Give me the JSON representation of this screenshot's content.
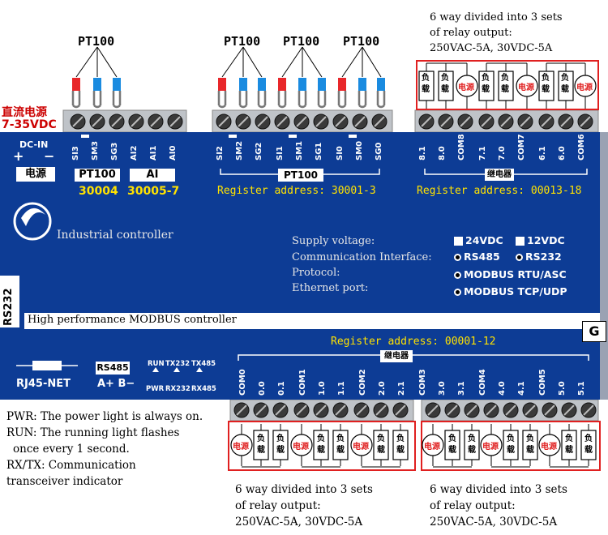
{
  "top": {
    "pt100_labels": [
      "PT100",
      "PT100",
      "PT100",
      "PT100"
    ],
    "power_label_cn": "直流电源",
    "power_voltage": "7-35VDC",
    "relay_note_lines": [
      "6 way divided into 3 sets",
      "of relay output:",
      "250VAC-5A, 30VDC-5A"
    ],
    "load_cn": "负载",
    "power_cn": "电源"
  },
  "panel": {
    "dc_in": "DC-IN",
    "plus": "+",
    "minus": "−",
    "power_box_cn": "电源",
    "pt100_box": "PT100",
    "ai_box": "AI",
    "reg_30004": "30004",
    "reg_30005": "30005-7",
    "pt100_group_box": "PT100",
    "reg_addr_3001": "Register address: 30001-3",
    "relay_box_cn": "继电器",
    "reg_addr_0013": "Register address: 00013-18",
    "logo_text": "Industrial controller",
    "spec_labels": [
      "Supply voltage:",
      "Communication Interface:",
      "Protocol:",
      "Ethernet port:"
    ],
    "opt_24vdc": "24VDC",
    "opt_12vdc": "12VDC",
    "opt_rs485": "RS485",
    "opt_rs232": "RS232",
    "opt_modbus_rtu": "MODBUS RTU/ASC",
    "opt_modbus_tcp": "MODBUS TCP/UDP",
    "rs232": "RS232",
    "hp_banner": "High performance MODBUS controller",
    "g_label": "G",
    "reg_addr_0001": "Register address: 00001-12",
    "relay_box2_cn": "继电器",
    "rj45": "RJ45-NET",
    "rs485_box": "RS485",
    "ab": "A+ B−",
    "led_top": [
      "RUN",
      "TX232",
      "TX485"
    ],
    "led_bottom": [
      "PWR",
      "RX232",
      "RX485"
    ],
    "top_terms": [
      "SI3",
      "SM3",
      "SG3",
      "AI2",
      "AI1",
      "AI0",
      "SI2",
      "SM2",
      "SG2",
      "SI1",
      "SM1",
      "SG1",
      "SI0",
      "SM0",
      "SG0",
      "8.1",
      "8.0",
      "COM8",
      "7.1",
      "7.0",
      "COM7",
      "6.1",
      "6.0",
      "COM6"
    ],
    "bottom_terms": [
      "COM0",
      "0.0",
      "0.1",
      "COM1",
      "1.0",
      "1.1",
      "COM2",
      "2.0",
      "2.1",
      "COM3",
      "3.0",
      "3.1",
      "COM4",
      "4.0",
      "4.1",
      "COM5",
      "5.0",
      "5.1"
    ]
  },
  "bottom": {
    "led_notes": [
      "PWR: The power light is always on.",
      "RUN: The running light flashes",
      "once every 1 second.",
      "RX/TX: Communication",
      "transceiver indicator"
    ],
    "relay_note_lines": [
      "6 way divided into 3 sets",
      "of relay output:",
      "250VAC-5A, 30VDC-5A"
    ],
    "relay_note_lines_2": [
      "6 way divided into 3 sets",
      "of relay output:",
      "250VAC-5A, 30VDC-5A"
    ]
  },
  "colors": {
    "panel_blue": "#0d3c95",
    "label_yellow": "#ffe200",
    "relay_red": "#e02020",
    "accent_red": "#cc0000"
  }
}
